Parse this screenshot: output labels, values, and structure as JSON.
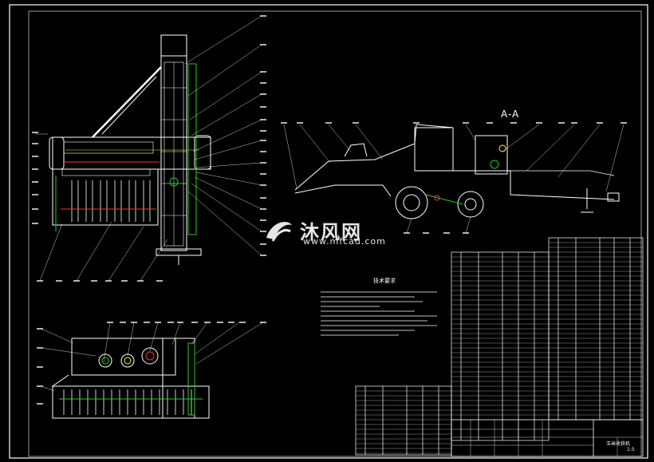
{
  "drawing": {
    "section_label": "A-A",
    "notes_title": "技术要求",
    "title_block_name": "玉米收获机",
    "scale": "1:5"
  },
  "watermark": {
    "brand_cn": "沐风网",
    "url": "www.mfcad.com"
  },
  "colors": {
    "background": "#000000",
    "line": "#ffffff",
    "accent_green": "#22cc22",
    "accent_red": "#ff3333",
    "accent_yellow": "#ffee33"
  }
}
